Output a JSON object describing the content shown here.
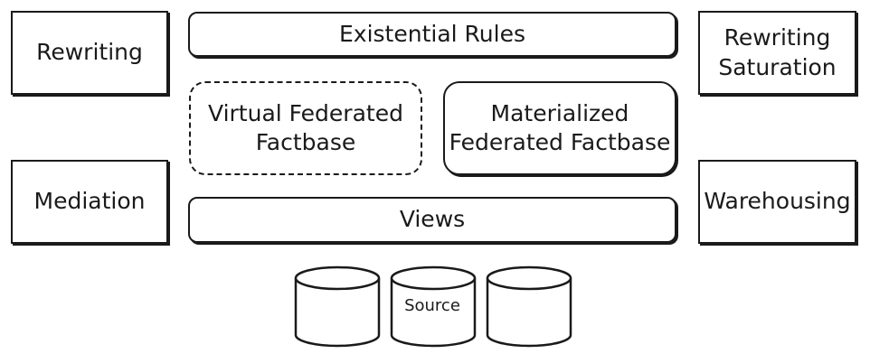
{
  "left": {
    "rewriting": "Rewriting",
    "mediation": "Mediation"
  },
  "center": {
    "existential_rules": "Existential Rules",
    "virtual_factbase": "Virtual Federated\nFactbase",
    "materialized_factbase": "Materialized\nFederated Factbase",
    "views": "Views"
  },
  "right": {
    "rewriting_saturation": "Rewriting\nSaturation",
    "warehousing": "Warehousing"
  },
  "sources": {
    "label": "Source",
    "count": 3
  }
}
